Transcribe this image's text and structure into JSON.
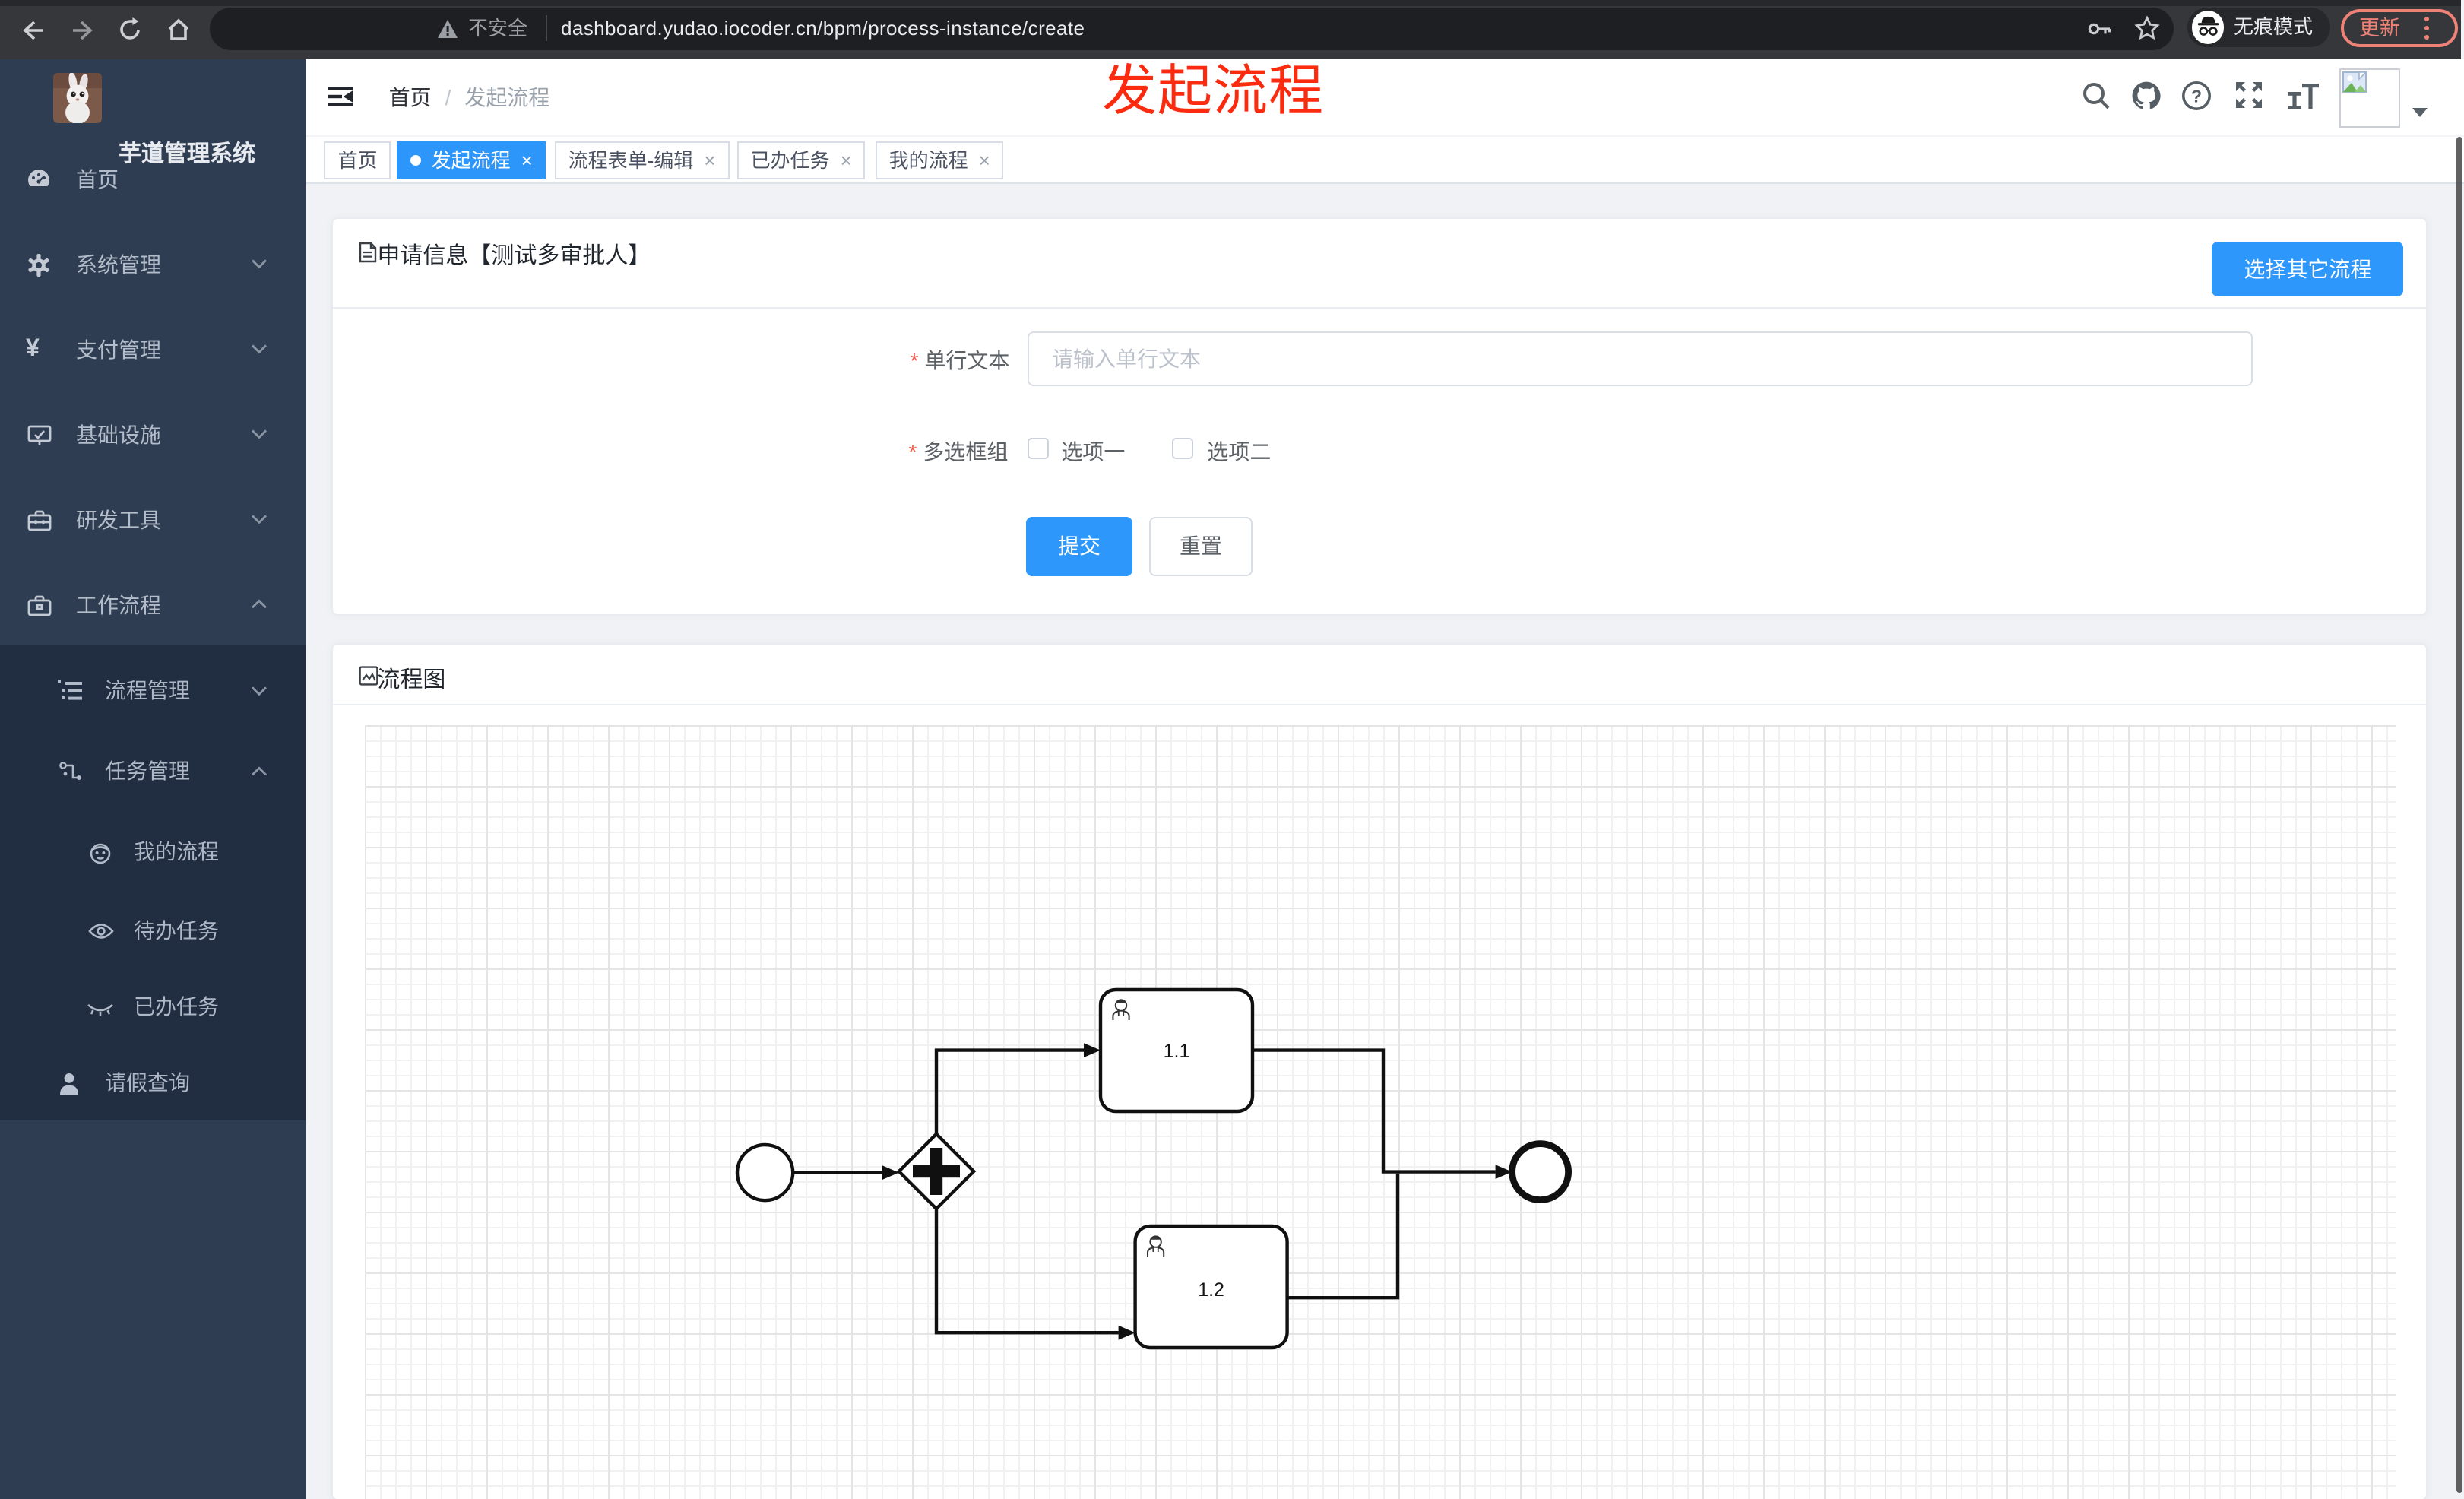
{
  "browser": {
    "security_label": "不安全",
    "url_host": "dashboard.yudao.iocoder.cn",
    "url_path": "/bpm/process-instance/create",
    "incognito_label": "无痕模式",
    "update_label": "更新"
  },
  "sidebar": {
    "title": "芋道管理系统",
    "items": [
      {
        "label": "首页"
      },
      {
        "label": "系统管理"
      },
      {
        "label": "支付管理"
      },
      {
        "label": "基础设施"
      },
      {
        "label": "研发工具"
      },
      {
        "label": "工作流程"
      },
      {
        "label": "流程管理"
      },
      {
        "label": "任务管理"
      },
      {
        "label": "我的流程"
      },
      {
        "label": "待办任务"
      },
      {
        "label": "已办任务"
      },
      {
        "label": "请假查询"
      }
    ]
  },
  "header": {
    "breadcrumb_home": "首页",
    "breadcrumb_sep": "/",
    "breadcrumb_current": "发起流程"
  },
  "annotation": "发起流程",
  "tabs": [
    {
      "label": "首页"
    },
    {
      "label": "发起流程",
      "close": "×"
    },
    {
      "label": "流程表单-编辑",
      "close": "×"
    },
    {
      "label": "已办任务",
      "close": "×"
    },
    {
      "label": "我的流程",
      "close": "×"
    }
  ],
  "card1": {
    "title": "申请信息【测试多审批人】",
    "choose_button": "选择其它流程",
    "required_mark": "*",
    "field_text_label": "单行文本",
    "field_text_placeholder": "请输入单行文本",
    "field_checks_label": "多选框组",
    "option1": "选项一",
    "option2": "选项二",
    "submit_label": "提交",
    "reset_label": "重置"
  },
  "card2": {
    "title": "流程图"
  },
  "diagram": {
    "type": "bpmn",
    "nodes": [
      {
        "id": "start",
        "kind": "startEvent"
      },
      {
        "id": "gateway",
        "kind": "parallelGateway"
      },
      {
        "id": "task1",
        "kind": "userTask",
        "label": "1.1"
      },
      {
        "id": "task2",
        "kind": "userTask",
        "label": "1.2"
      },
      {
        "id": "end",
        "kind": "endEvent"
      }
    ],
    "edges": [
      [
        "start",
        "gateway"
      ],
      [
        "gateway",
        "task1"
      ],
      [
        "gateway",
        "task2"
      ],
      [
        "task1",
        "end"
      ],
      [
        "task2",
        "end"
      ]
    ]
  }
}
